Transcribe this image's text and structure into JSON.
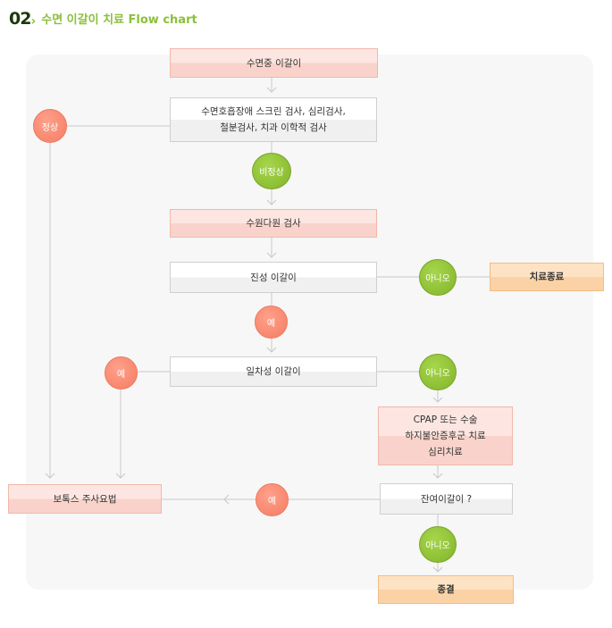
{
  "header": {
    "number": "02",
    "title": "수면 이갈이 치료 Flow chart"
  },
  "boxes": {
    "b_sleep": "수면중 이갈이",
    "b_screen_1": "수면호흡장애 스크린 검사, 심리검사,",
    "b_screen_2": "철분검사, 치과 이학적 검사",
    "b_psg": "수원다원 검사",
    "b_true": "진성 이갈이",
    "b_end_tx": "치료종료",
    "b_primary": "일차성 이갈이",
    "b_tx_1": "CPAP 또는 수술",
    "b_tx_2": "하지불안증후군 치료",
    "b_tx_3": "심리치료",
    "b_botox": "보톡스 주사요법",
    "b_residual": "잔여이갈이 ?",
    "b_final": "종결"
  },
  "circles": {
    "c_normal": "정상",
    "c_abnormal": "비정상",
    "c_no1": "아니오",
    "c_yes1": "예",
    "c_yes2": "예",
    "c_no2": "아니오",
    "c_yes3": "예",
    "c_no3": "아니오"
  },
  "colors": {
    "accent_green": "#8bc03a",
    "circle_green": "#82b42a",
    "circle_salmon": "#f47d63",
    "box_pink": "#f9d3cb",
    "box_orange": "#fbd2a6",
    "line": "#c8c8c8"
  }
}
